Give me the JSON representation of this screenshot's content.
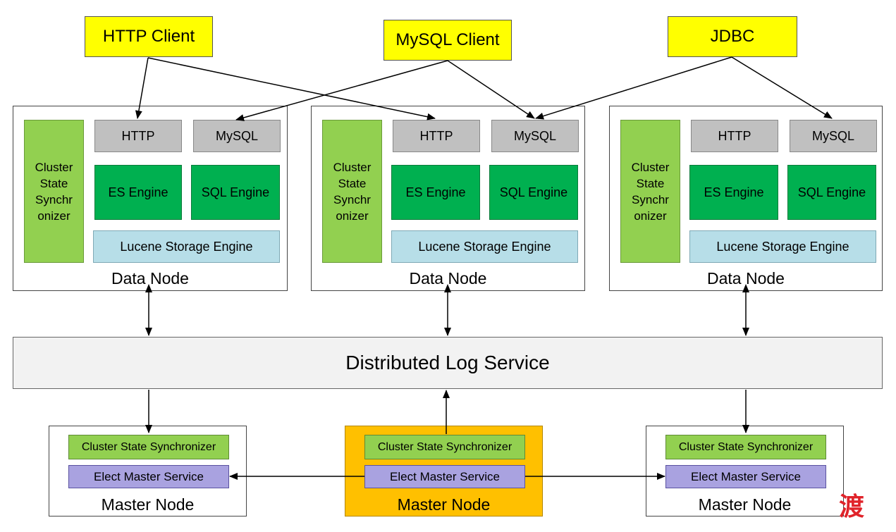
{
  "clients": {
    "http": "HTTP Client",
    "mysql": "MySQL Client",
    "jdbc": "JDBC"
  },
  "data_node": {
    "label": "Data Node",
    "synchronizer": "Cluster State Synchr onizer",
    "http": "HTTP",
    "mysql": "MySQL",
    "es_engine": "ES Engine",
    "sql_engine": "SQL Engine",
    "lucene": "Lucene Storage Engine"
  },
  "log_service": "Distributed Log Service",
  "master_node": {
    "label": "Master Node",
    "synchronizer": "Cluster State Synchronizer",
    "elect": "Elect Master Service"
  },
  "watermark": "渡",
  "colors": {
    "client": "#ffff00",
    "protocol": "#c0c0c0",
    "engine": "#00b050",
    "synchronizer": "#92d050",
    "lucene": "#b7dee8",
    "elect": "#a9a2e0",
    "active_master": "#ffc000"
  }
}
